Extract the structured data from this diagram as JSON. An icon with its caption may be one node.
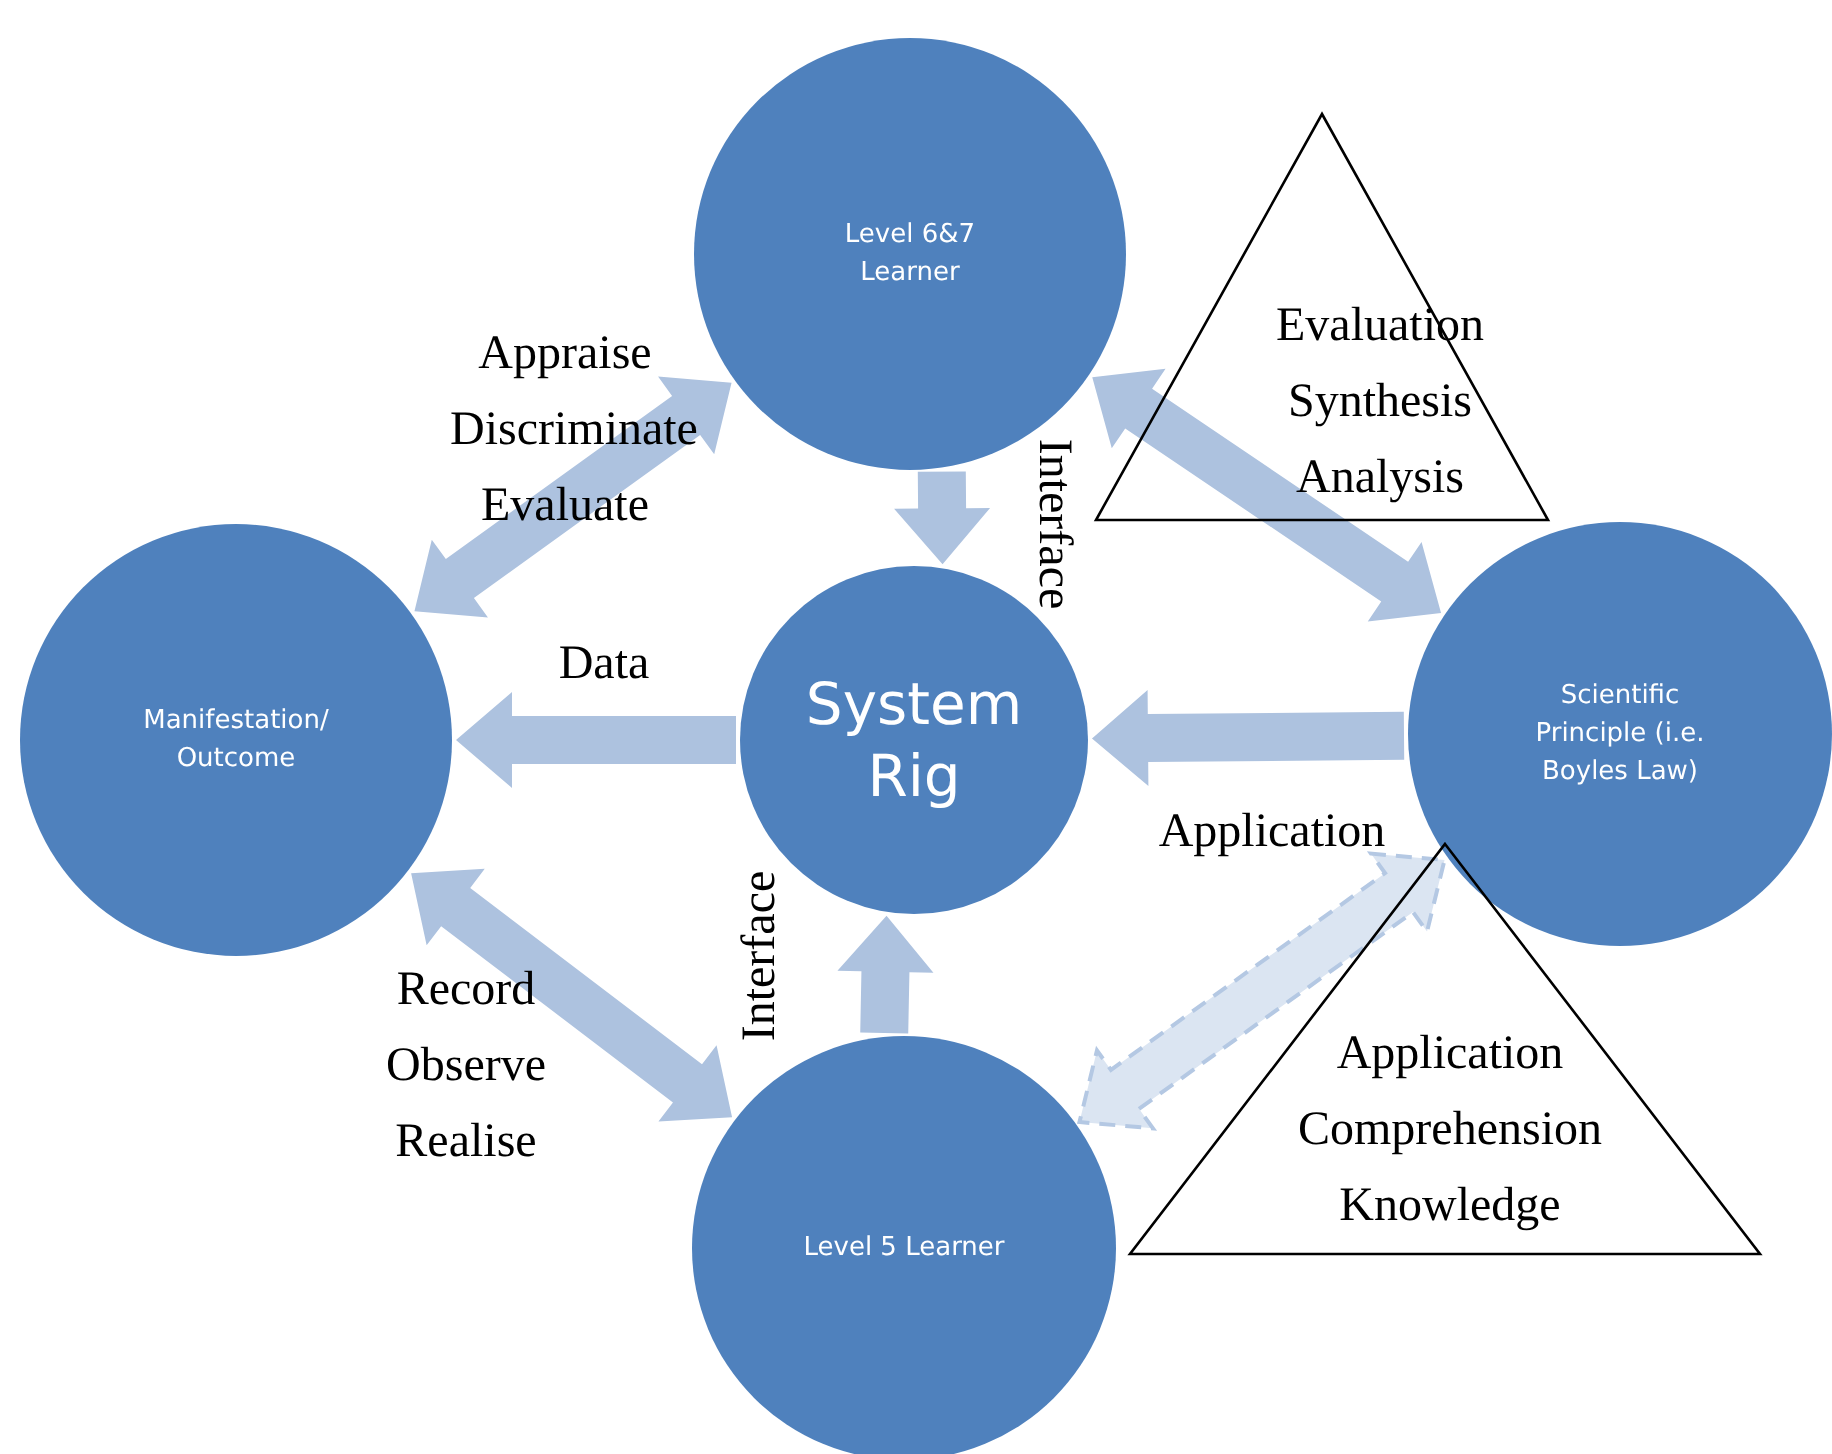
{
  "diagram": {
    "nodes": [
      {
        "text": [
          "Level 6&7 Learner"
        ]
      },
      {
        "text": [
          "Manifestation/ Outcome"
        ]
      },
      {
        "text": [
          "System Rig"
        ]
      },
      {
        "text": [
          "Scientific Principle (i.e. Boyles Law)"
        ]
      },
      {
        "text": [
          "Level 5 Learner"
        ]
      },
      {
        "text": [
          "Evaluation Synthesis Analysis"
        ]
      },
      {
        "text": [
          "Application Comprehension Knowledge"
        ]
      }
    ],
    "edges": [
      {
        "from": 0,
        "to": 1,
        "arrow": "both",
        "label": "Appraise Discriminate Evaluate"
      },
      {
        "from": 0,
        "to": 2,
        "arrow": "to",
        "label": "Interface"
      },
      {
        "from": 2,
        "to": 1,
        "arrow": "to",
        "label": "Data"
      },
      {
        "from": 3,
        "to": 2,
        "arrow": "to",
        "label": "Application"
      },
      {
        "from": 4,
        "to": 2,
        "arrow": "to",
        "label": "Interface"
      },
      {
        "from": 1,
        "to": 4,
        "arrow": "both",
        "label": "Record Observe Realise"
      },
      {
        "from": 0,
        "to": 3,
        "arrow": "both"
      },
      {
        "from": 4,
        "to": 3,
        "arrow": "both",
        "style": "dashed",
        "color": "#dbe5f2"
      }
    ]
  }
}
